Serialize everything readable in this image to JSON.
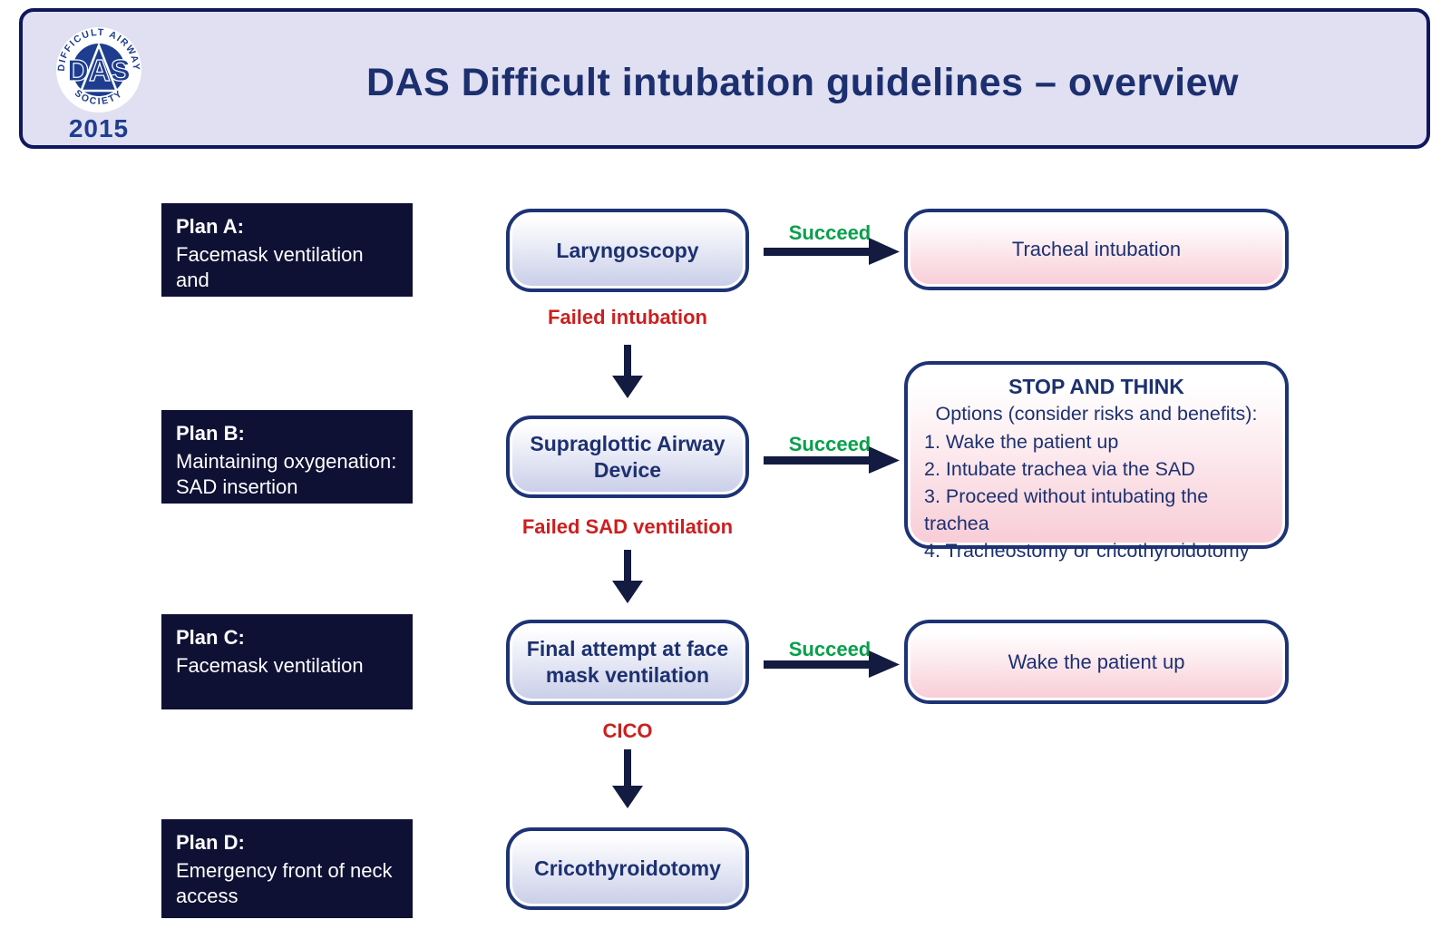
{
  "header": {
    "title": "DAS Difficult intubation guidelines – overview",
    "logo": {
      "arc_top": "DIFFICULT AIRWAY",
      "arc_bottom": "SOCIETY",
      "monogram": "DAS",
      "year": "2015"
    }
  },
  "plans": [
    {
      "label": "Plan A:",
      "description": "Facemask ventilation and\ntracheal intubation"
    },
    {
      "label": "Plan B:",
      "description": "Maintaining oxygenation:\nSAD insertion"
    },
    {
      "label": "Plan C:",
      "description": "Facemask ventilation"
    },
    {
      "label": "Plan D:",
      "description": "Emergency front of neck\naccess"
    }
  ],
  "steps": [
    {
      "name": "Laryngoscopy"
    },
    {
      "name": "Supraglottic Airway\nDevice"
    },
    {
      "name": "Final attempt at face\nmask ventilation"
    },
    {
      "name": "Cricothyroidotomy"
    }
  ],
  "outcomes": {
    "tracheal_intubation": "Tracheal intubation",
    "wake_up": "Wake the patient up",
    "stop_and_think": {
      "title": "STOP AND THINK",
      "subtitle": "Options (consider risks and benefits):",
      "options": [
        "1. Wake the patient up",
        "2. Intubate trachea via the SAD",
        "3. Proceed without intubating the trachea",
        "4. Tracheostomy or cricothyroidotomy"
      ]
    }
  },
  "edges": {
    "succeed": "Succeed",
    "failed_intubation": "Failed intubation",
    "failed_sad": "Failed SAD ventilation",
    "cico": "CICO"
  },
  "colors": {
    "header_bg": "#e0e0f2",
    "header_border": "#10175e",
    "plan_bg": "#0e1134",
    "box_border": "#1d3376",
    "box_text": "#1d3170",
    "blue_gradient_end": "#c8cde8",
    "pink_gradient_end": "#f8ccd6",
    "green": "#07a04b",
    "red": "#cc1f1f",
    "arrow_navy": "#131b40",
    "logo_blue": "#1e3d8f"
  }
}
